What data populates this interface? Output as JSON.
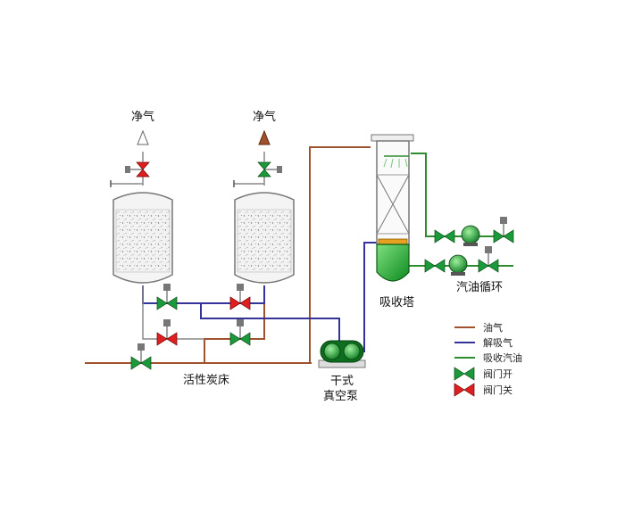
{
  "labels": {
    "clean_gas_1": "净气",
    "clean_gas_2": "净气",
    "activated_carbon_bed": "活性炭床",
    "dry_vacuum_pump_line1": "干式",
    "dry_vacuum_pump_line2": "真空泵",
    "absorption_tower": "吸收塔",
    "gasoline_circulation": "汽油循环"
  },
  "legend": {
    "items": [
      {
        "label": "油气",
        "color": "#a0522d",
        "kind": "line"
      },
      {
        "label": "解吸气",
        "color": "#333399",
        "kind": "line"
      },
      {
        "label": "吸收汽油",
        "color": "#2e8b2e",
        "kind": "line"
      },
      {
        "label": "阀门开",
        "color": "#1a9a3a",
        "kind": "valve"
      },
      {
        "label": "阀门关",
        "color": "#e02020",
        "kind": "valve"
      }
    ]
  },
  "colors": {
    "oil_gas": "#a0522d",
    "desorption_gas": "#333399",
    "absorbed_gasoline": "#2e8b2e",
    "valve_open": "#1a9a3a",
    "valve_closed": "#e02020",
    "equipment_gray": "#888888"
  }
}
